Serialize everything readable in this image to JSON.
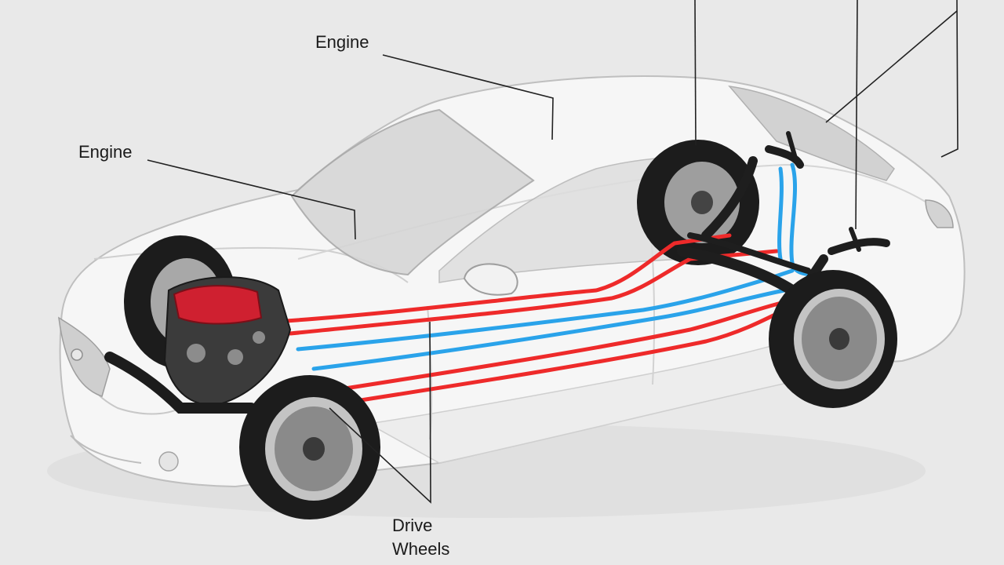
{
  "labels": {
    "engine_top": "Engine",
    "engine_left": "Engine",
    "drive_line1": "Drive",
    "drive_line2": "Wheels"
  },
  "colors": {
    "background": "#e9e9e9",
    "car_body": "#f6f6f6",
    "glass": "#d4d4d4",
    "tire": "#1c1c1c",
    "rim": "#b9b9b9",
    "engine_block": "#cf2030",
    "red_line": "#ee2a2a",
    "blue_line": "#2aa3ea",
    "leader_line": "#222222"
  },
  "icons": [
    "engine-icon",
    "wheel-icon",
    "suspension-icon",
    "mirror-icon",
    "headlight-icon"
  ]
}
